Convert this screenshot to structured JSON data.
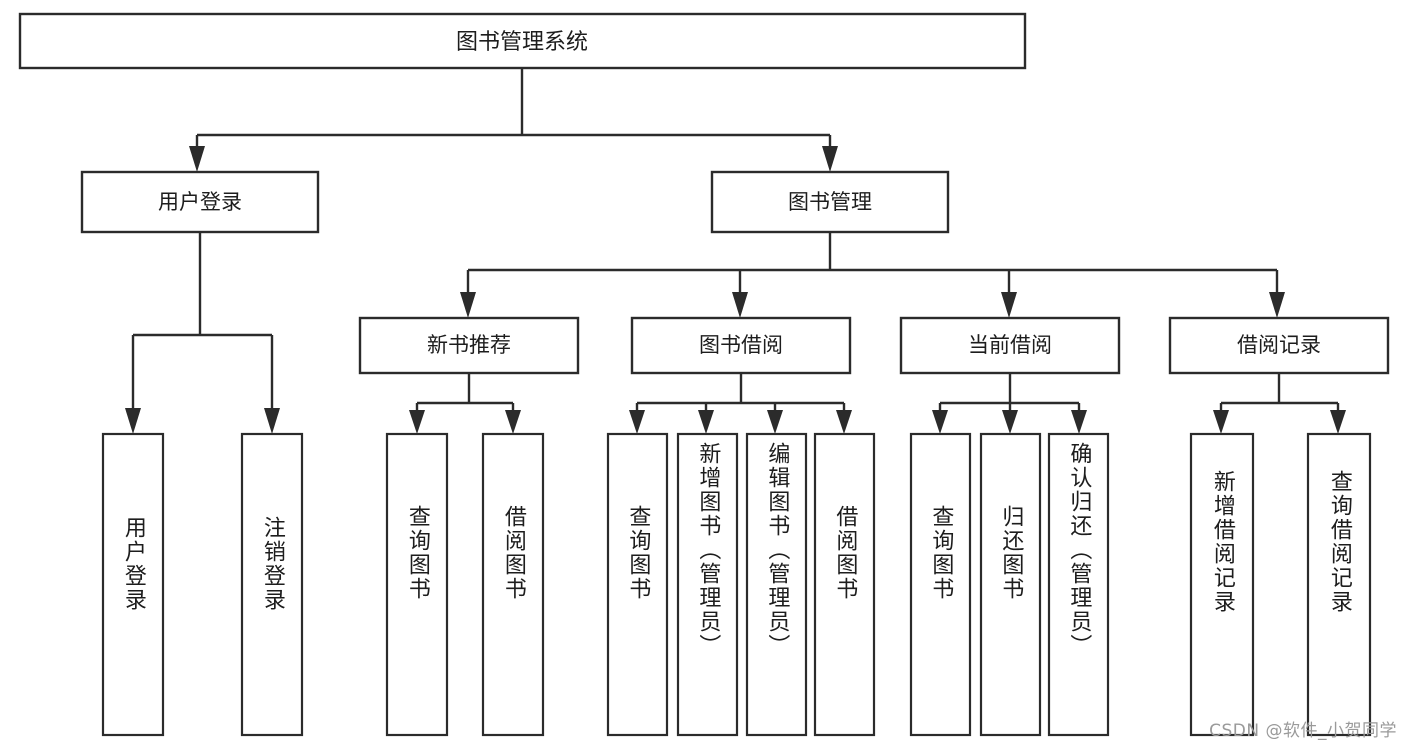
{
  "diagram": {
    "type": "hierarchy-tree",
    "title": "图书管理系统",
    "watermark": "CSDN @软件_小贺同学",
    "colors": {
      "stroke": "#2b2b2b",
      "fill": "#ffffff",
      "text": "#1d1d1d",
      "watermark": "#9a9a9a"
    },
    "root": {
      "label": "图书管理系统"
    },
    "level2": [
      {
        "label": "用户登录"
      },
      {
        "label": "图书管理"
      }
    ],
    "level3": [
      {
        "label": "新书推荐"
      },
      {
        "label": "图书借阅"
      },
      {
        "label": "当前借阅"
      },
      {
        "label": "借阅记录"
      }
    ],
    "leaves": {
      "user_login": [
        {
          "label": "用户登录"
        },
        {
          "label": "注销登录"
        }
      ],
      "new_book": [
        {
          "label": "查询图书"
        },
        {
          "label": "借阅图书"
        }
      ],
      "book_borrow": [
        {
          "label": "查询图书"
        },
        {
          "label": "新增图书（管理员）"
        },
        {
          "label": "编辑图书（管理员）"
        },
        {
          "label": "借阅图书"
        }
      ],
      "current_borrow": [
        {
          "label": "查询图书"
        },
        {
          "label": "归还图书"
        },
        {
          "label": "确认归还（管理员）"
        }
      ],
      "borrow_record": [
        {
          "label": "新增借阅记录"
        },
        {
          "label": "查询借阅记录"
        }
      ]
    }
  }
}
